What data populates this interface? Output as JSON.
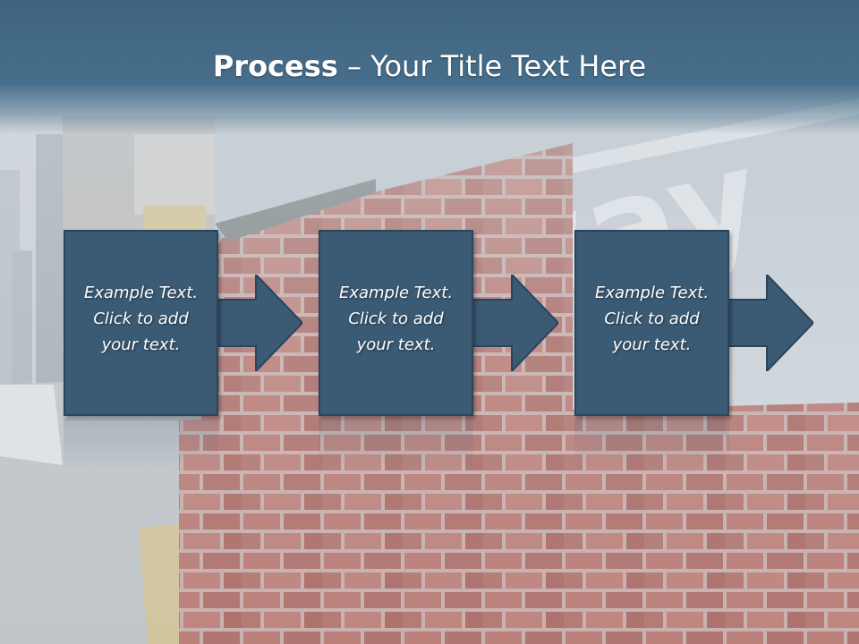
{
  "slide": {
    "title_bold": "Process",
    "title_rest": " – Your Title Text Here",
    "background_word": "way",
    "steps": [
      {
        "text": "Example Text.\nClick  to add\nyour text."
      },
      {
        "text": "Example Text.\nClick  to add\nyour text."
      },
      {
        "text": "Example Text.\nClick  to add\nyour text."
      }
    ]
  },
  "colors": {
    "title_band": "#476e8a",
    "box_fill": "#3b5a74",
    "box_border": "#2b445a",
    "brick": "#b25a4f"
  },
  "icons": [
    "arrow-right-icon"
  ]
}
